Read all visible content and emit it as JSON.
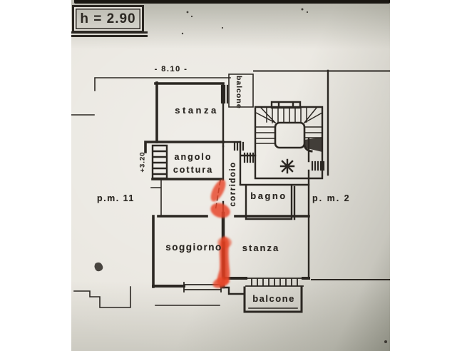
{
  "plan": {
    "height_label": "h = 2.90",
    "top_dimension": "- 8.10 -",
    "level_annotation": "+3.20",
    "unit_labels": {
      "left": "p.m. 11",
      "right": "p. m.  2"
    },
    "stair_symbol": "✳",
    "rooms": {
      "stanza_top": "stanza",
      "balcone_top": "balcone",
      "angolo_line1": "angolo",
      "angolo_line2": "cottura",
      "corridoio": "corridoio",
      "bagno": "bagno",
      "soggiorno": "soggiorno",
      "stanza_bottom": "stanza",
      "balcone_bottom": "balcone"
    },
    "colors": {
      "paper": "#e9e6df",
      "ink": "#2b2722",
      "highlight": "#e8472a",
      "margin": "#ffffff",
      "top_bar": "#1a1712"
    }
  }
}
